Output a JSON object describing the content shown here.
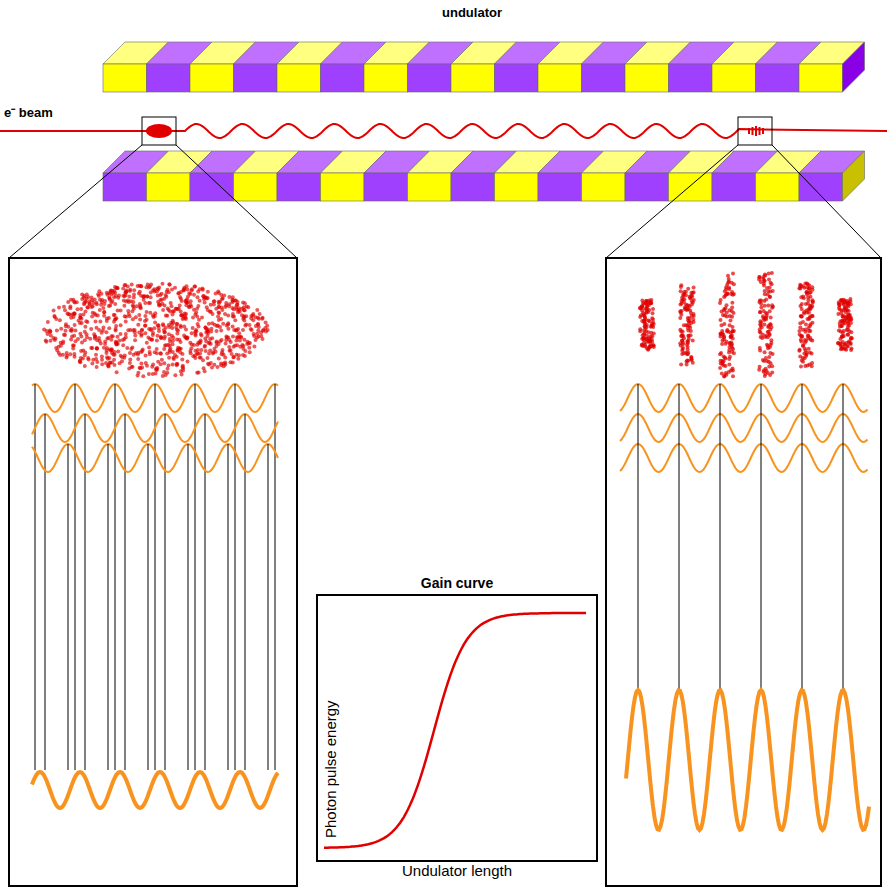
{
  "diagram": {
    "nodes": [
      {
        "text": [
          "Gain curve",
          "Photon pulse energy",
          "Undulator length"
        ]
      }
    ],
    "labels": [
      "undulator",
      "e⁻ beam"
    ]
  }
}
